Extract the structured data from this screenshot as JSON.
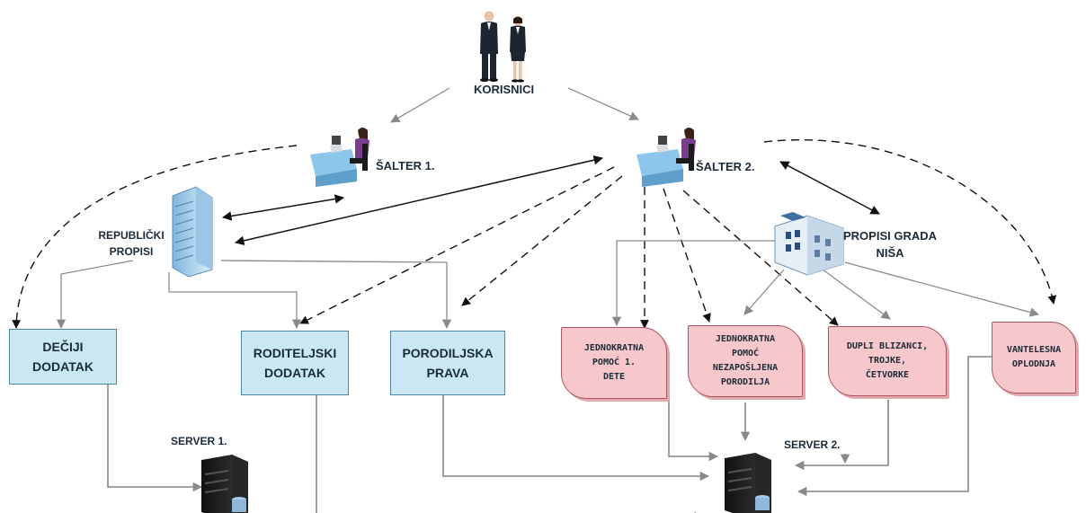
{
  "nodes": {
    "korisnici": "KORISNICI",
    "salter1": "ŠALTER 1.",
    "salter2": "ŠALTER 2.",
    "republicki_propisi": "REPUBLIČKI\nPROPISI",
    "propisi_grada": "PROPISI GRADA\nNIŠA",
    "server1": "SERVER 1.",
    "server2": "SERVER 2."
  },
  "republic_boxes": [
    "DEČIJI\nDODATAK",
    "RODITELJSKI\nDODATAK",
    "PORODILJSKA\nPRAVA"
  ],
  "city_cards": [
    "JEDNOKRATNA\nPOMOĆ    1.\nDETE",
    "JEDNOKRATNA\nPOMOĆ\nNEZAPOŠLJENA\nPORODILJA",
    "DUPLI BLIZANCI,\nTROJKE,\nČETVORKE",
    "VANTELESNA\nOPLODNJA"
  ],
  "colors": {
    "blue_box_fill": "#c9e8f4",
    "blue_box_border": "#4a86a8",
    "pink_card_fill": "#f6c7cb",
    "pink_card_border": "#b05560",
    "connector_gray": "#8a8a8a",
    "arrow_black": "#111111"
  },
  "icons": [
    "users-icon",
    "clerk-desk-icon",
    "office-building-icon",
    "city-building-icon",
    "server-icon"
  ]
}
